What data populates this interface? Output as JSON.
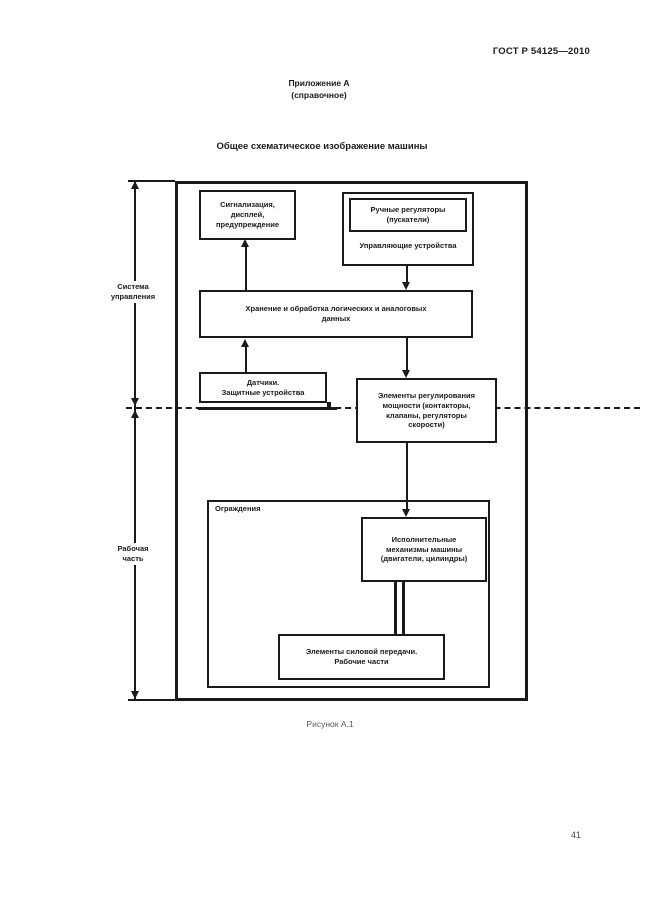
{
  "page": {
    "header": "ГОСТ Р 54125—2010",
    "appendix_title": "Приложение А",
    "appendix_subtitle": "(справочное)",
    "figure_title": "Общее схематическое изображение машины",
    "figure_caption": "Рисунок А.1",
    "page_number": "41"
  },
  "diagram": {
    "side_labels": {
      "control_system": "Система\nуправления",
      "working_part": "Рабочая\nчасть"
    },
    "boxes": {
      "signaling": "Сигнализация,\nдисплей,\nпредупреждение",
      "manual_regulators": "Ручные регуляторы\n(пускатели)",
      "control_devices": "Управляющие устройства",
      "data_processing": "Хранение и обработка логических и аналоговых\nданных",
      "sensors": "Датчики.\nЗащитные устройства",
      "power_regulation": "Элементы регулирования\nмощности (контакторы,\nклапаны, регуляторы\nскорости)",
      "guards": "Ограждения",
      "actuators": "Исполнительные\nмеханизмы машины\n(двигатели, цилиндры)",
      "power_transmission": "Элементы силовой передачи.\nРабочие части"
    },
    "colors": {
      "ink": "#1a1a1a",
      "background": "#ffffff",
      "caption_gray": "#5a5a5a"
    }
  }
}
